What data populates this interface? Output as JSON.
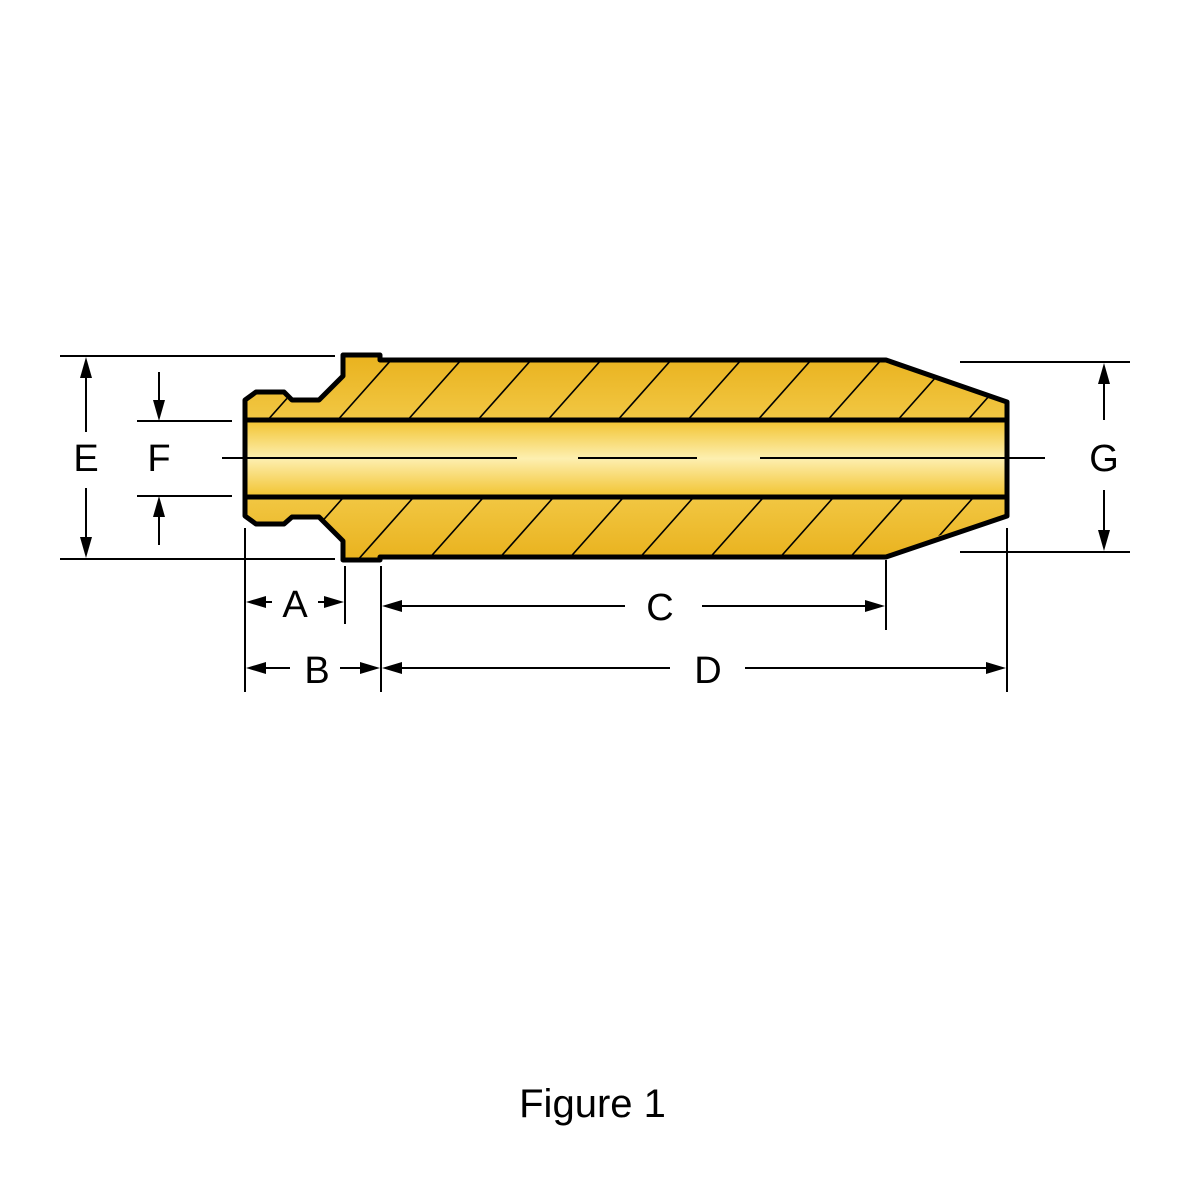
{
  "colors": {
    "body_fill": "#F2C32E",
    "body_fill_light": "#FCE89A",
    "outline": "#000000",
    "line": "#000000",
    "background": "#FFFFFF"
  },
  "labels": {
    "A": "A",
    "B": "B",
    "C": "C",
    "D": "D",
    "E": "E",
    "F": "F",
    "G": "G"
  },
  "caption": "Figure 1"
}
